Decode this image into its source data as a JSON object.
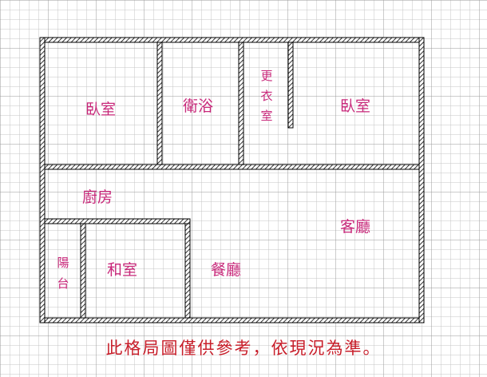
{
  "rooms": {
    "bedroom_left": "臥室",
    "bathroom": "衛浴",
    "closet": [
      "更",
      "衣",
      "室"
    ],
    "bedroom_right": "臥室",
    "kitchen": "廚房",
    "living_room": "客廳",
    "balcony": [
      "陽",
      "台"
    ],
    "tatami_room": "和室",
    "dining_room": "餐廳"
  },
  "disclaimer": "此格局圖僅供參考，依現況為準。",
  "colors": {
    "grid_line": "#b4b4b4",
    "wall": "#000000",
    "label": "#c8287a",
    "disclaimer": "#c81e2a"
  }
}
